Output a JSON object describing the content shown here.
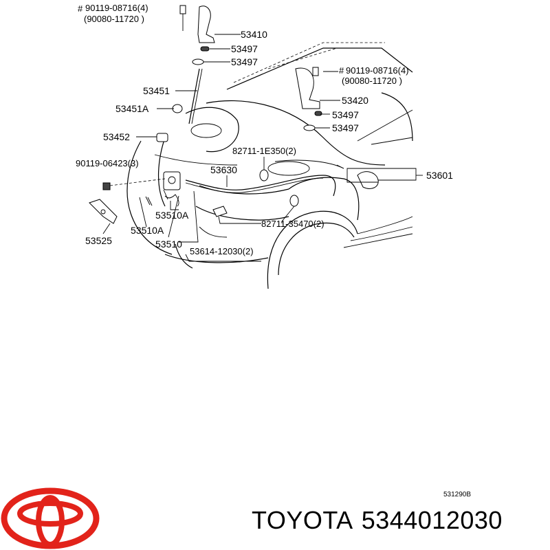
{
  "diagram": {
    "labels": {
      "bolt_top_left": "90119-08716(4)",
      "bolt_top_left_alt": "(90080-11720   )",
      "hinge_left": "53410",
      "washer_left_1": "53497",
      "washer_left_2": "53497",
      "support_rod": "53451",
      "support_rod_grommet": "53451A",
      "rod_holder": "53452",
      "bolt_left_side": "90119-06423(3)",
      "bolt_top_right": "90119-08716(4)",
      "bolt_top_right_alt": "(90080-11720   )",
      "hinge_right": "53420",
      "washer_right_1": "53497",
      "washer_right_2": "53497",
      "clamp_1": "82711-1E350(2)",
      "cable": "53630",
      "release_lever": "53601",
      "spring_a": "53510A",
      "spring_a_2": "53510A",
      "lock_assembly": "53510",
      "bracket": "53525",
      "clamp_2": "82711-35470(2)",
      "bumper_part": "53614-12030(2)",
      "figure_code": "531290B"
    },
    "bolt_mark": "#"
  },
  "footer": {
    "brand": "TOYOTA",
    "part_number": "5344012030"
  },
  "colors": {
    "logo": "#e2231a",
    "ink": "#000000",
    "background": "#ffffff"
  },
  "icons": {
    "logo": "toyota-logo-icon"
  }
}
